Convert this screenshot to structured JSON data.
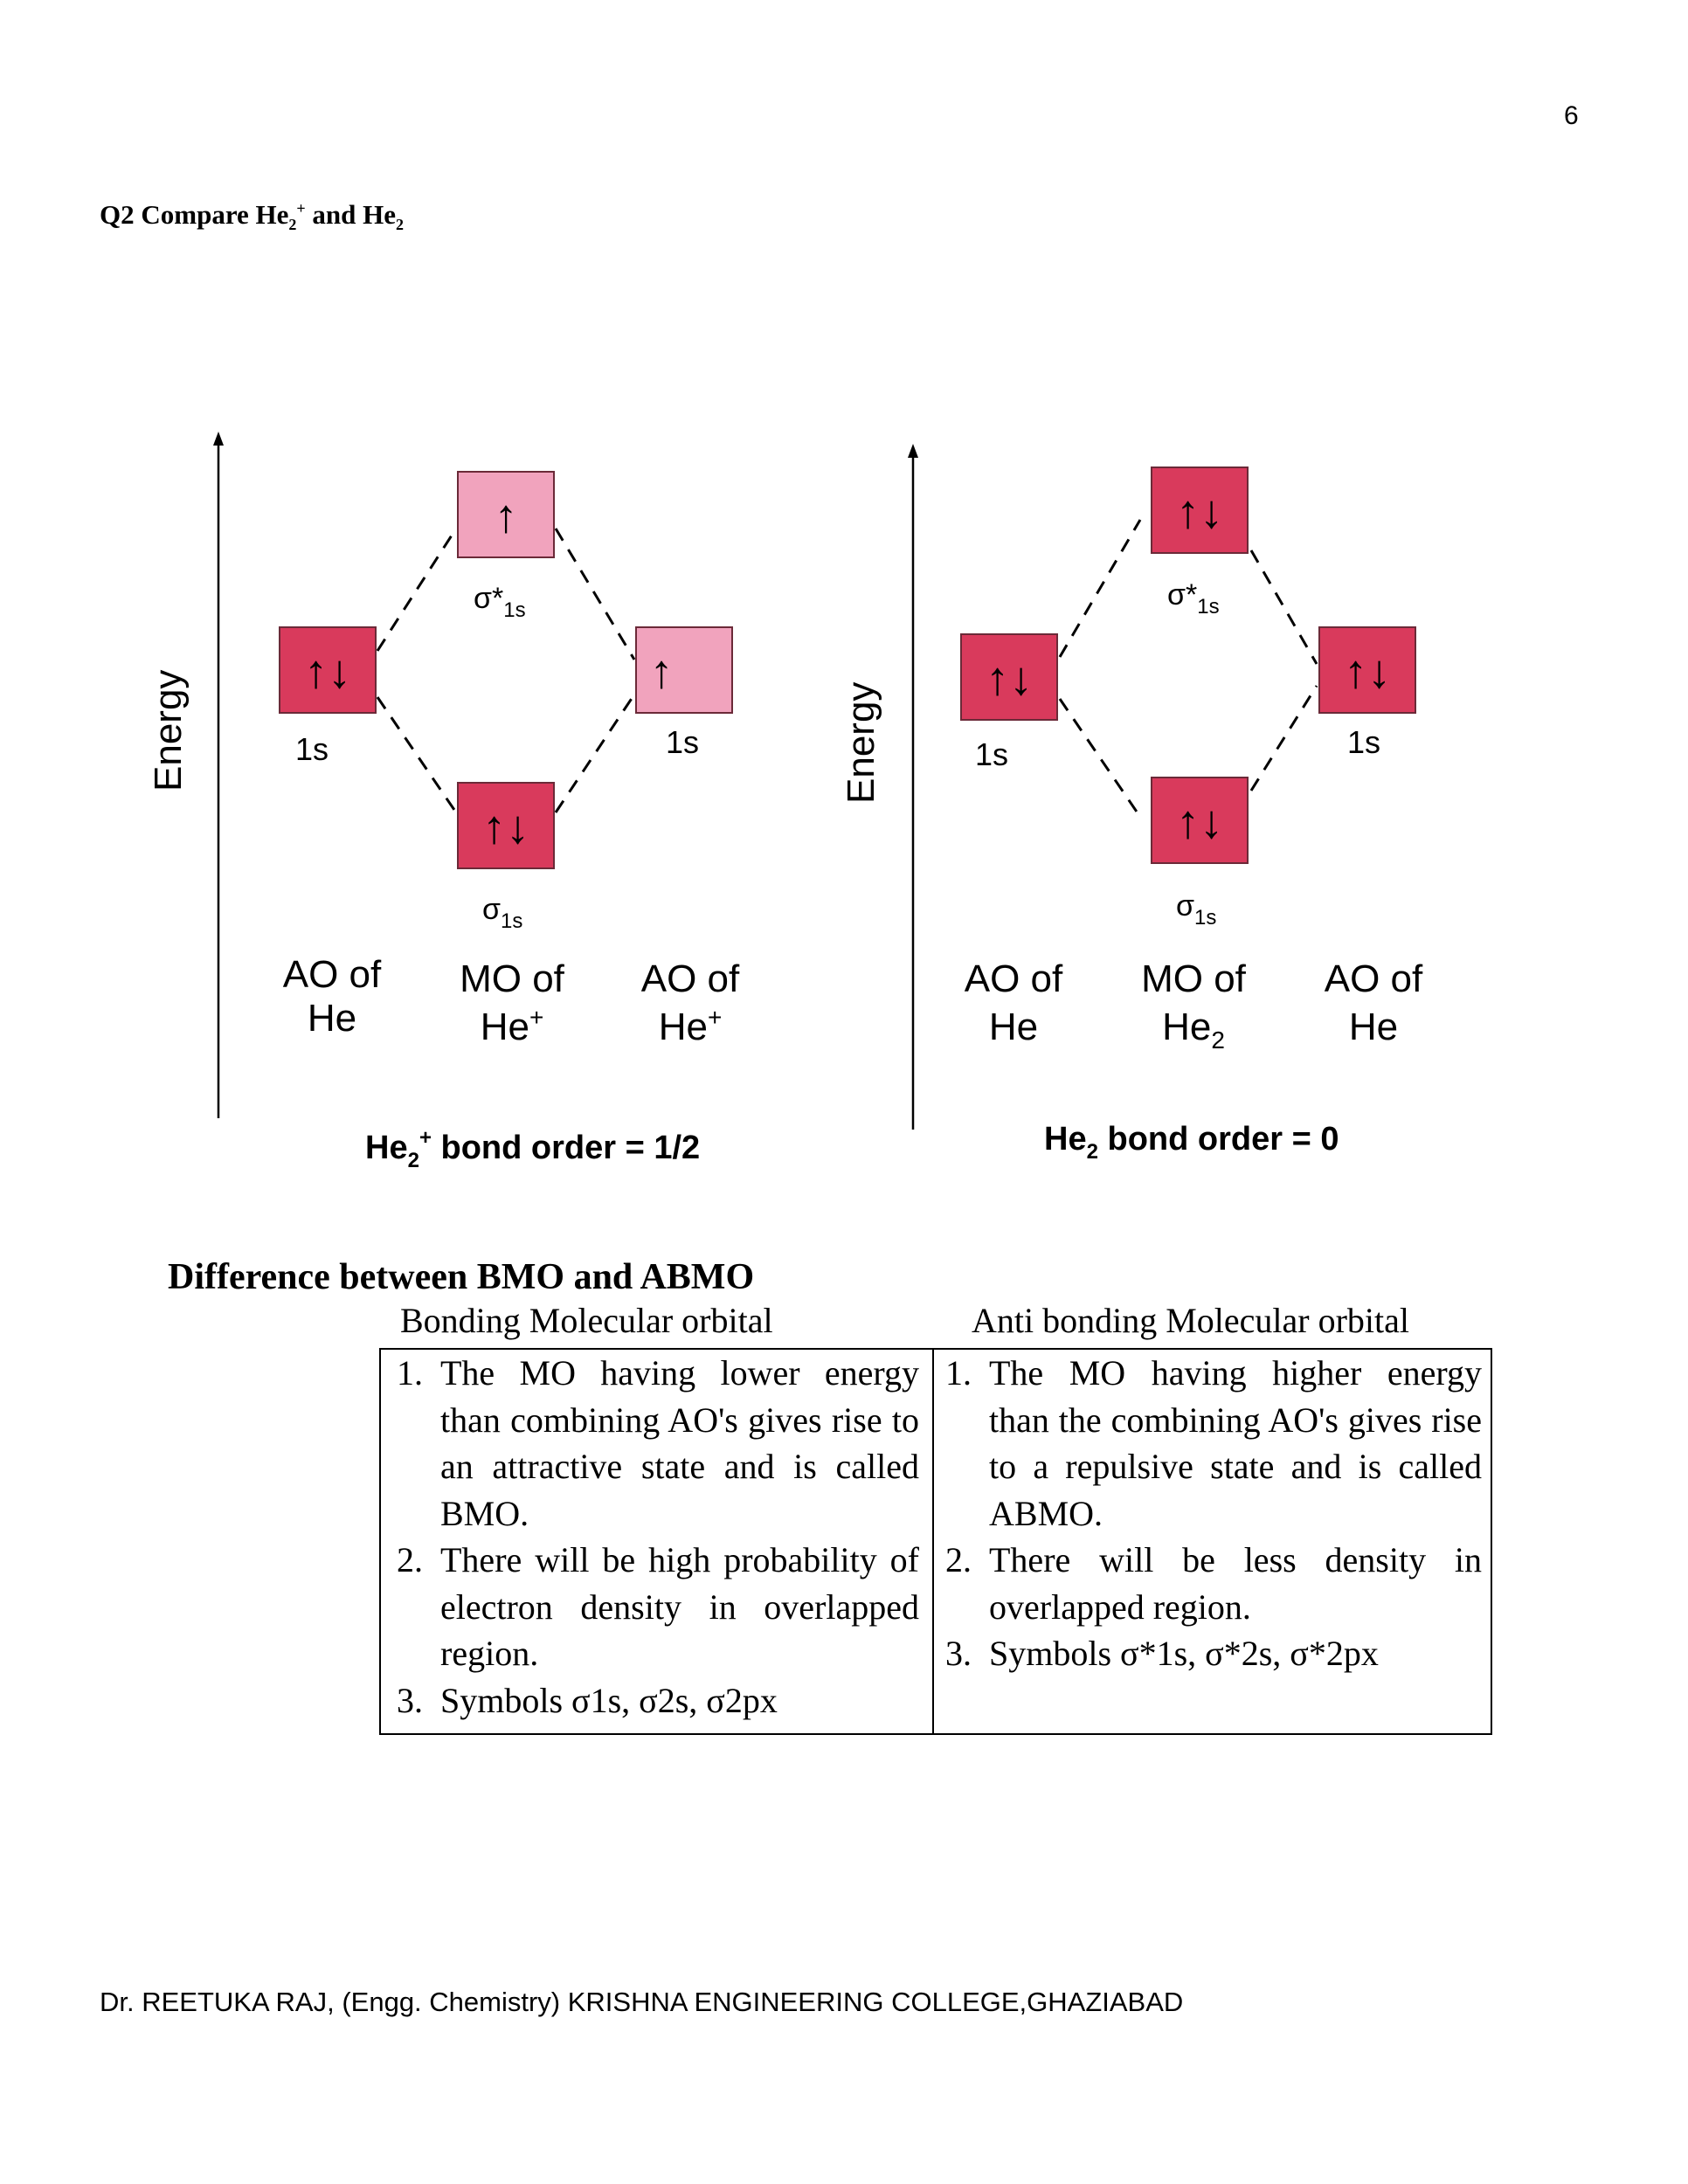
{
  "page_number": "6",
  "question": {
    "prefix": "Q2 Compare  He",
    "sub_a": "2",
    "sup_a": "+",
    "middle": " and He",
    "sub_b": "2"
  },
  "diagrams": [
    {
      "axis_label": "Energy",
      "antibonding_label": "σ*",
      "antibonding_sub": "1s",
      "antibonding_electrons": "↑",
      "bonding_label": "σ",
      "bonding_sub": "1s",
      "bonding_electrons": "↑↓",
      "left_ao_label": "1s",
      "left_ao_electrons": "↑↓",
      "right_ao_label": "1s",
      "right_ao_electrons": "↑",
      "col1_line1": "AO of",
      "col1_line2": "He",
      "col2_line1": "MO of",
      "col2_line2": "He",
      "col2_line2_sup": "+",
      "col3_line1": "AO of",
      "col3_line2": "He",
      "col3_line2_sup": "+",
      "caption_prefix": "He",
      "caption_sub": "2",
      "caption_sup": "+",
      "caption_suffix": " bond order = 1/2"
    },
    {
      "axis_label": "Energy",
      "antibonding_label": "σ*",
      "antibonding_sub": "1s",
      "antibonding_electrons": "↑↓",
      "bonding_label": "σ",
      "bonding_sub": "1s",
      "bonding_electrons": "↑↓",
      "left_ao_label": "1s",
      "left_ao_electrons": "↑↓",
      "right_ao_label": "1s",
      "right_ao_electrons": "↑↓",
      "col1_line1": "AO of",
      "col1_line2": "He",
      "col2_line1": "MO of",
      "col2_line2": "He",
      "col2_line2_sub": "2",
      "col3_line1": "AO of",
      "col3_line2": "He",
      "caption_prefix": "He",
      "caption_sub": "2",
      "caption_suffix": " bond order = 0"
    }
  ],
  "colors": {
    "box_full": "#d93a5c",
    "box_half": "#f1a3bd",
    "box_border": "#6b2a38"
  },
  "section_title": "Difference between BMO and ABMO",
  "table": {
    "headers": [
      "Bonding Molecular orbital",
      "Anti bonding Molecular orbital"
    ],
    "bmo_items": [
      {
        "num": "1.",
        "text": "The MO having lower energy than combining AO's gives rise to an attractive state and is called BMO."
      },
      {
        "num": "2.",
        "text": "There will be high probability of electron density in overlapped region."
      },
      {
        "num": "3.",
        "text": "Symbols σ1s, σ2s, σ2px"
      }
    ],
    "abmo_items": [
      {
        "num": "1.",
        "text": "The MO having higher energy than the combining AO's gives rise to a repulsive state and is called ABMO."
      },
      {
        "num": "2.",
        "text": "There will be less density in overlapped region."
      },
      {
        "num": "3.",
        "text": "Symbols σ*1s, σ*2s, σ*2px"
      }
    ]
  },
  "footer": "Dr. REETUKA RAJ, (Engg. Chemistry) KRISHNA ENGINEERING COLLEGE,GHAZIABAD"
}
